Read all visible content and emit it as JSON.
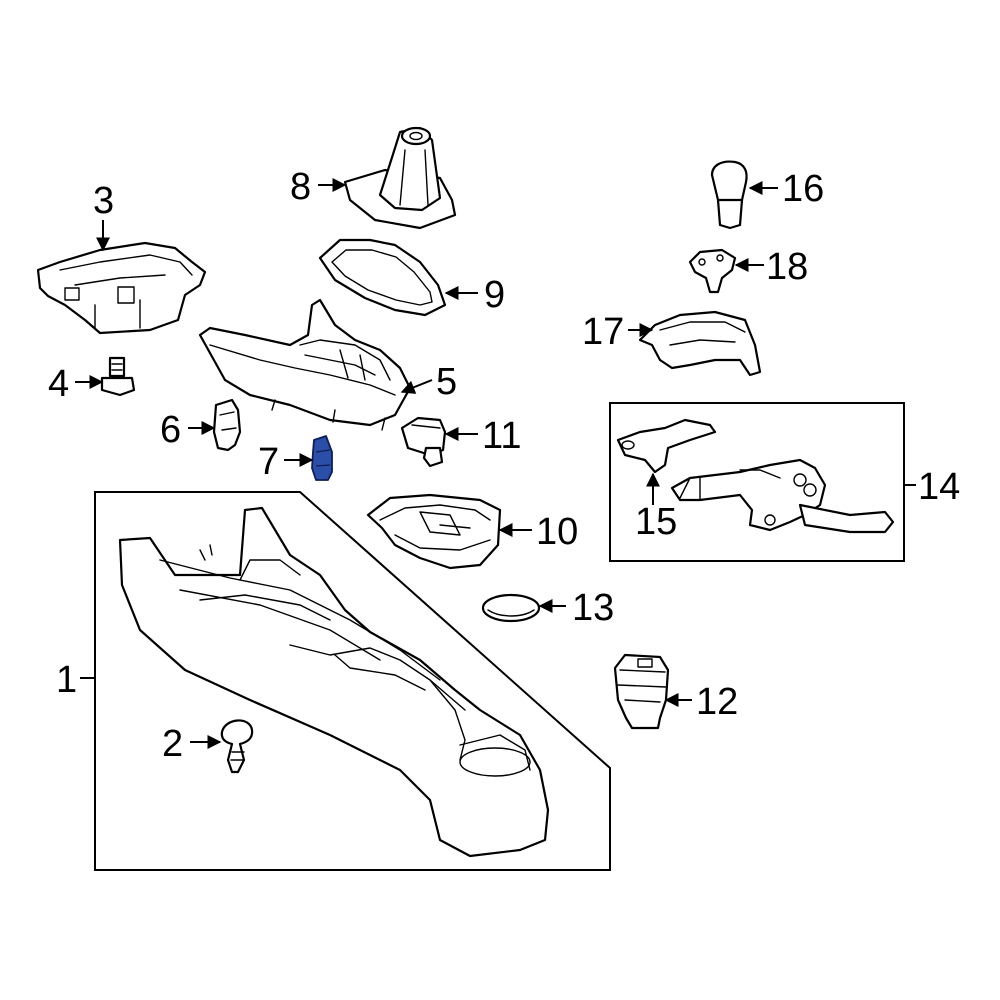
{
  "callouts": {
    "c1": "1",
    "c2": "2",
    "c3": "3",
    "c4": "4",
    "c5": "5",
    "c6": "6",
    "c7": "7",
    "c8": "8",
    "c9": "9",
    "c10": "10",
    "c11": "11",
    "c12": "12",
    "c13": "13",
    "c14": "14",
    "c15": "15",
    "c16": "16",
    "c17": "17",
    "c18": "18"
  },
  "highlight_part": "7",
  "highlight_color": "#2b4ea8"
}
